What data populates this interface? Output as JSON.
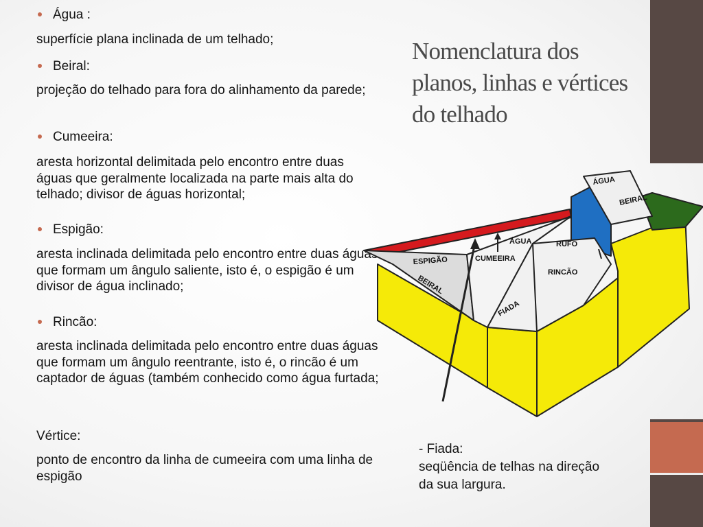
{
  "title": "Nomenclatura dos planos, linhas e vértices do telhado",
  "accent_color": "#c56a50",
  "bar_color": "#574844",
  "items": [
    {
      "kind": "bullet",
      "text": "Água :"
    },
    {
      "kind": "text",
      "text": "superfície plana inclinada de um telhado;"
    },
    {
      "kind": "bullet",
      "text": "Beiral:"
    },
    {
      "kind": "text",
      "text": "projeção do telhado para fora do alinhamento da parede;"
    },
    {
      "kind": "bullet",
      "text": "Cumeeira:"
    },
    {
      "kind": "text",
      "text": "aresta horizontal delimitada pelo encontro entre duas águas que geralmente localizada na parte mais alta do telhado; divisor de águas horizontal;"
    },
    {
      "kind": "bullet",
      "text": "Espigão:"
    },
    {
      "kind": "text",
      "text": "aresta inclinada delimitada pelo encontro entre duas águas que formam um ângulo saliente, isto é, o espigão é um divisor de água inclinado;"
    },
    {
      "kind": "bullet",
      "text": "Rincão:"
    },
    {
      "kind": "text",
      "text": "aresta inclinada delimitada pelo encontro entre duas águas que formam um ângulo reentrante, isto é, o rincão é um captador de águas (também conhecido como água furtada;"
    },
    {
      "kind": "text",
      "text": "Vértice:"
    },
    {
      "kind": "text",
      "text": "ponto de encontro da linha de cumeeira com uma linha de espigão"
    }
  ],
  "figure": {
    "labels": {
      "agua_top": "ÁGUA",
      "beiral_top": "BEIRAL",
      "agua": "ÁGUA",
      "rufo": "RUFO",
      "espigao": "ESPIGÃO",
      "cumeeira": "CUMEEIRA",
      "rincao": "RINCÃO",
      "beiral": "BEIRAL",
      "fiada": "FIADA"
    }
  },
  "fiada_note": {
    "line1": "- Fiada:",
    "line2": "seqüência de telhas na direção",
    "line3": "da sua largura."
  }
}
